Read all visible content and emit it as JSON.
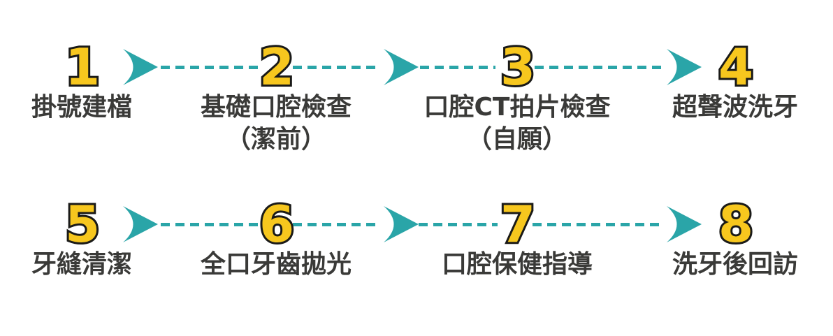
{
  "colors": {
    "teal": "#2AA5A8",
    "yellow": "#F7C71E",
    "number_outline": "#1A1A18",
    "label_text": "#3A3A38"
  },
  "icons": {
    "connector": "dashed-line",
    "direction": "chevron-right-arrow"
  },
  "rows": [
    {
      "steps": [
        {
          "number": "1",
          "label": "掛號建檔"
        },
        {
          "number": "2",
          "label": "基礎口腔檢查",
          "sublabel": "（潔前）"
        },
        {
          "number": "3",
          "label": "口腔CT拍片檢查",
          "sublabel": "（自願）"
        },
        {
          "number": "4",
          "label": "超聲波洗牙"
        }
      ]
    },
    {
      "steps": [
        {
          "number": "5",
          "label": "牙縫清潔"
        },
        {
          "number": "6",
          "label": "全口牙齒拋光"
        },
        {
          "number": "7",
          "label": "口腔保健指導"
        },
        {
          "number": "8",
          "label": "洗牙後回訪"
        }
      ]
    }
  ]
}
